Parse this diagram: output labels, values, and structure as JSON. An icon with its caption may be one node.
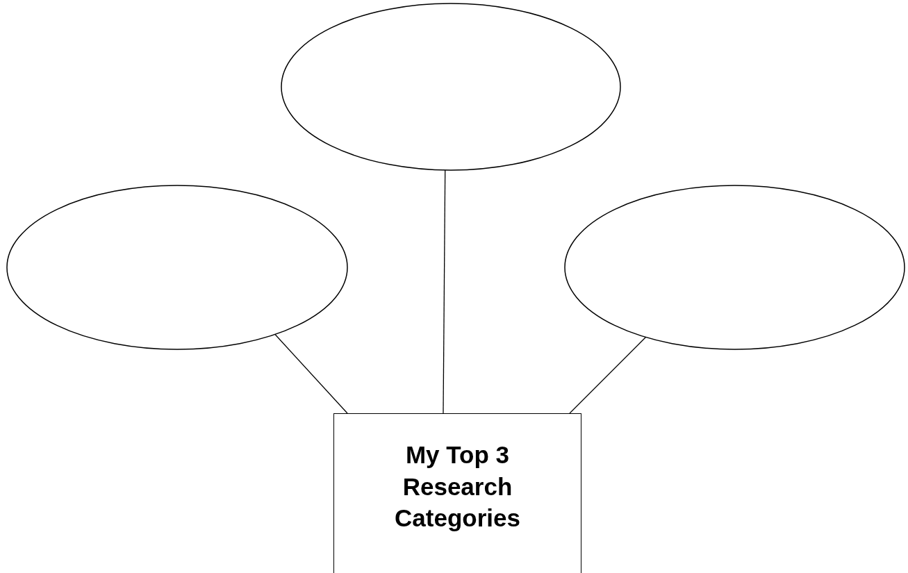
{
  "diagram": {
    "nodes": [
      {
        "text": [],
        "shape": "circle"
      },
      {
        "text": [],
        "shape": "circle"
      },
      {
        "text": [],
        "shape": "circle"
      },
      {
        "text": [
          "My Top 3 Research Categories"
        ]
      }
    ],
    "edges": [
      {
        "from": 3,
        "to": 0,
        "arrow": "none"
      },
      {
        "from": 3,
        "to": 1,
        "arrow": "none"
      },
      {
        "from": 3,
        "to": 2,
        "arrow": "none"
      }
    ]
  }
}
